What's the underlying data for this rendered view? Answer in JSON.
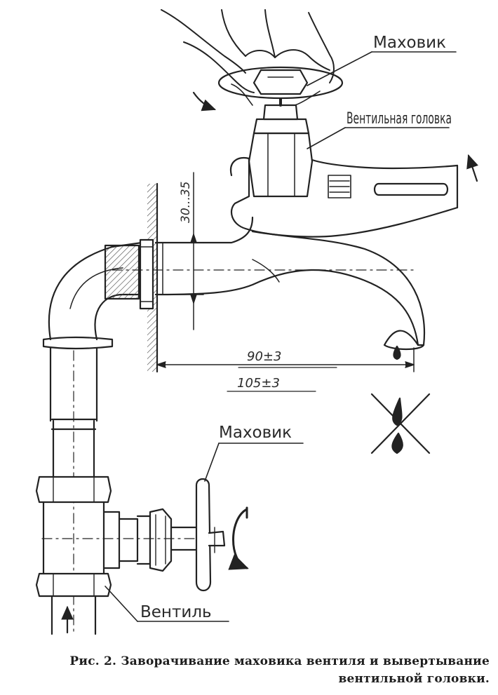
{
  "labels": {
    "handwheel_top": "Маховик",
    "valve_head": "Вентильная головка",
    "handwheel_bottom": "Маховик",
    "valve": "Вентиль"
  },
  "dimensions": {
    "height_range": "30...35",
    "length_short": "90±3",
    "length_long": "105±3"
  },
  "caption": {
    "line1": "Рис. 2. Заворачивание маховика вентиля и вывертывание",
    "line2": "вентильной головки."
  }
}
